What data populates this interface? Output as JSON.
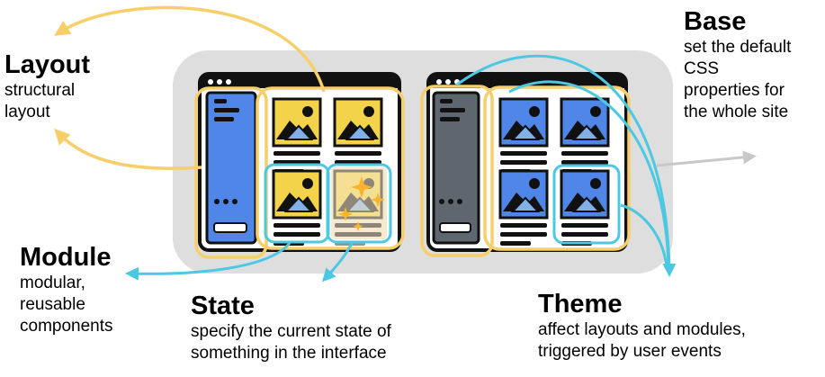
{
  "labels": {
    "layout": {
      "title": "Layout",
      "desc": [
        "structural",
        "layout"
      ]
    },
    "base": {
      "title": "Base",
      "desc": [
        "set the default",
        "CSS",
        "properties for",
        "the whole site"
      ]
    },
    "module": {
      "title": "Module",
      "desc": [
        "modular,",
        "reusable",
        "components"
      ]
    },
    "state": {
      "title": "State",
      "desc": [
        "specify the current state of",
        "something in the interface"
      ]
    },
    "theme": {
      "title": "Theme",
      "desc": [
        "affect layouts and modules,",
        "triggered by user events"
      ]
    }
  },
  "colors": {
    "layout_outline": "#f7cf6a",
    "module_outline": "#4cc8e2",
    "base_arrow": "#c8c8c8",
    "panel_bg": "#dedede",
    "sidebar_left": "#4f86e8",
    "sidebar_right": "#5e6670",
    "photo_yellow": "#f3d34a",
    "photo_blue": "#4f86e8",
    "state_card_bg": "#f6ead0"
  },
  "icons": [
    "browser-window-icon",
    "image-icon",
    "sparkle-icon"
  ]
}
